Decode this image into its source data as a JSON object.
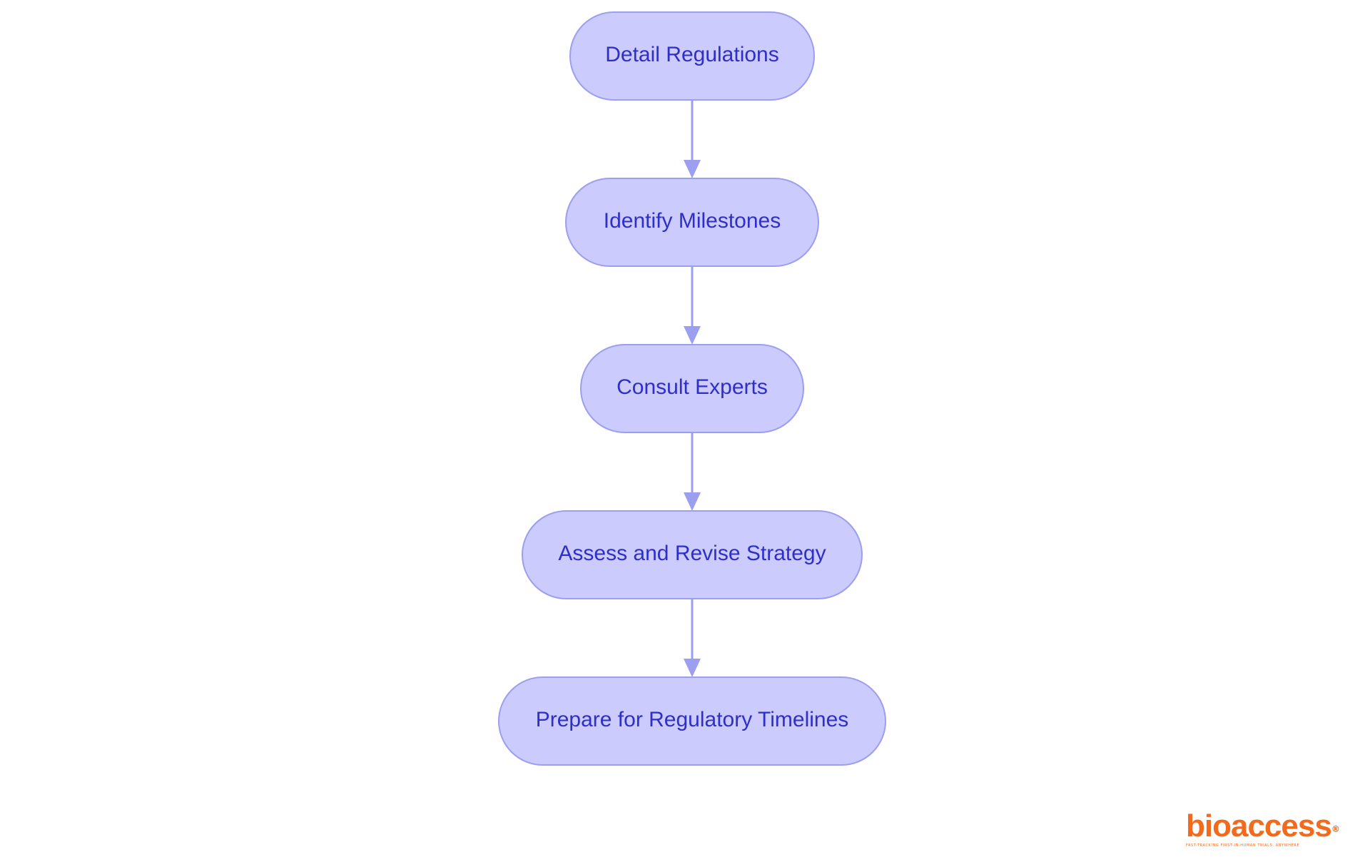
{
  "diagram": {
    "nodes": [
      {
        "id": "n1",
        "label": "Detail Regulations"
      },
      {
        "id": "n2",
        "label": "Identify Milestones"
      },
      {
        "id": "n3",
        "label": "Consult Experts"
      },
      {
        "id": "n4",
        "label": "Assess and Revise Strategy"
      },
      {
        "id": "n5",
        "label": "Prepare for Regulatory Timelines"
      }
    ],
    "edges": [
      {
        "from": "n1",
        "to": "n2"
      },
      {
        "from": "n2",
        "to": "n3"
      },
      {
        "from": "n3",
        "to": "n4"
      },
      {
        "from": "n4",
        "to": "n5"
      }
    ]
  },
  "colors": {
    "node_fill": "#cbcbfd",
    "node_stroke": "#9c9ef0",
    "node_text": "#2f2fc8",
    "edge": "#9c9ef0",
    "logo": "#f26a1b"
  },
  "logo": {
    "word": "bioaccess",
    "registered_mark": "®",
    "tagline": "FAST-TRACKING FIRST-IN-HUMAN TRIALS, ANYWHERE"
  }
}
